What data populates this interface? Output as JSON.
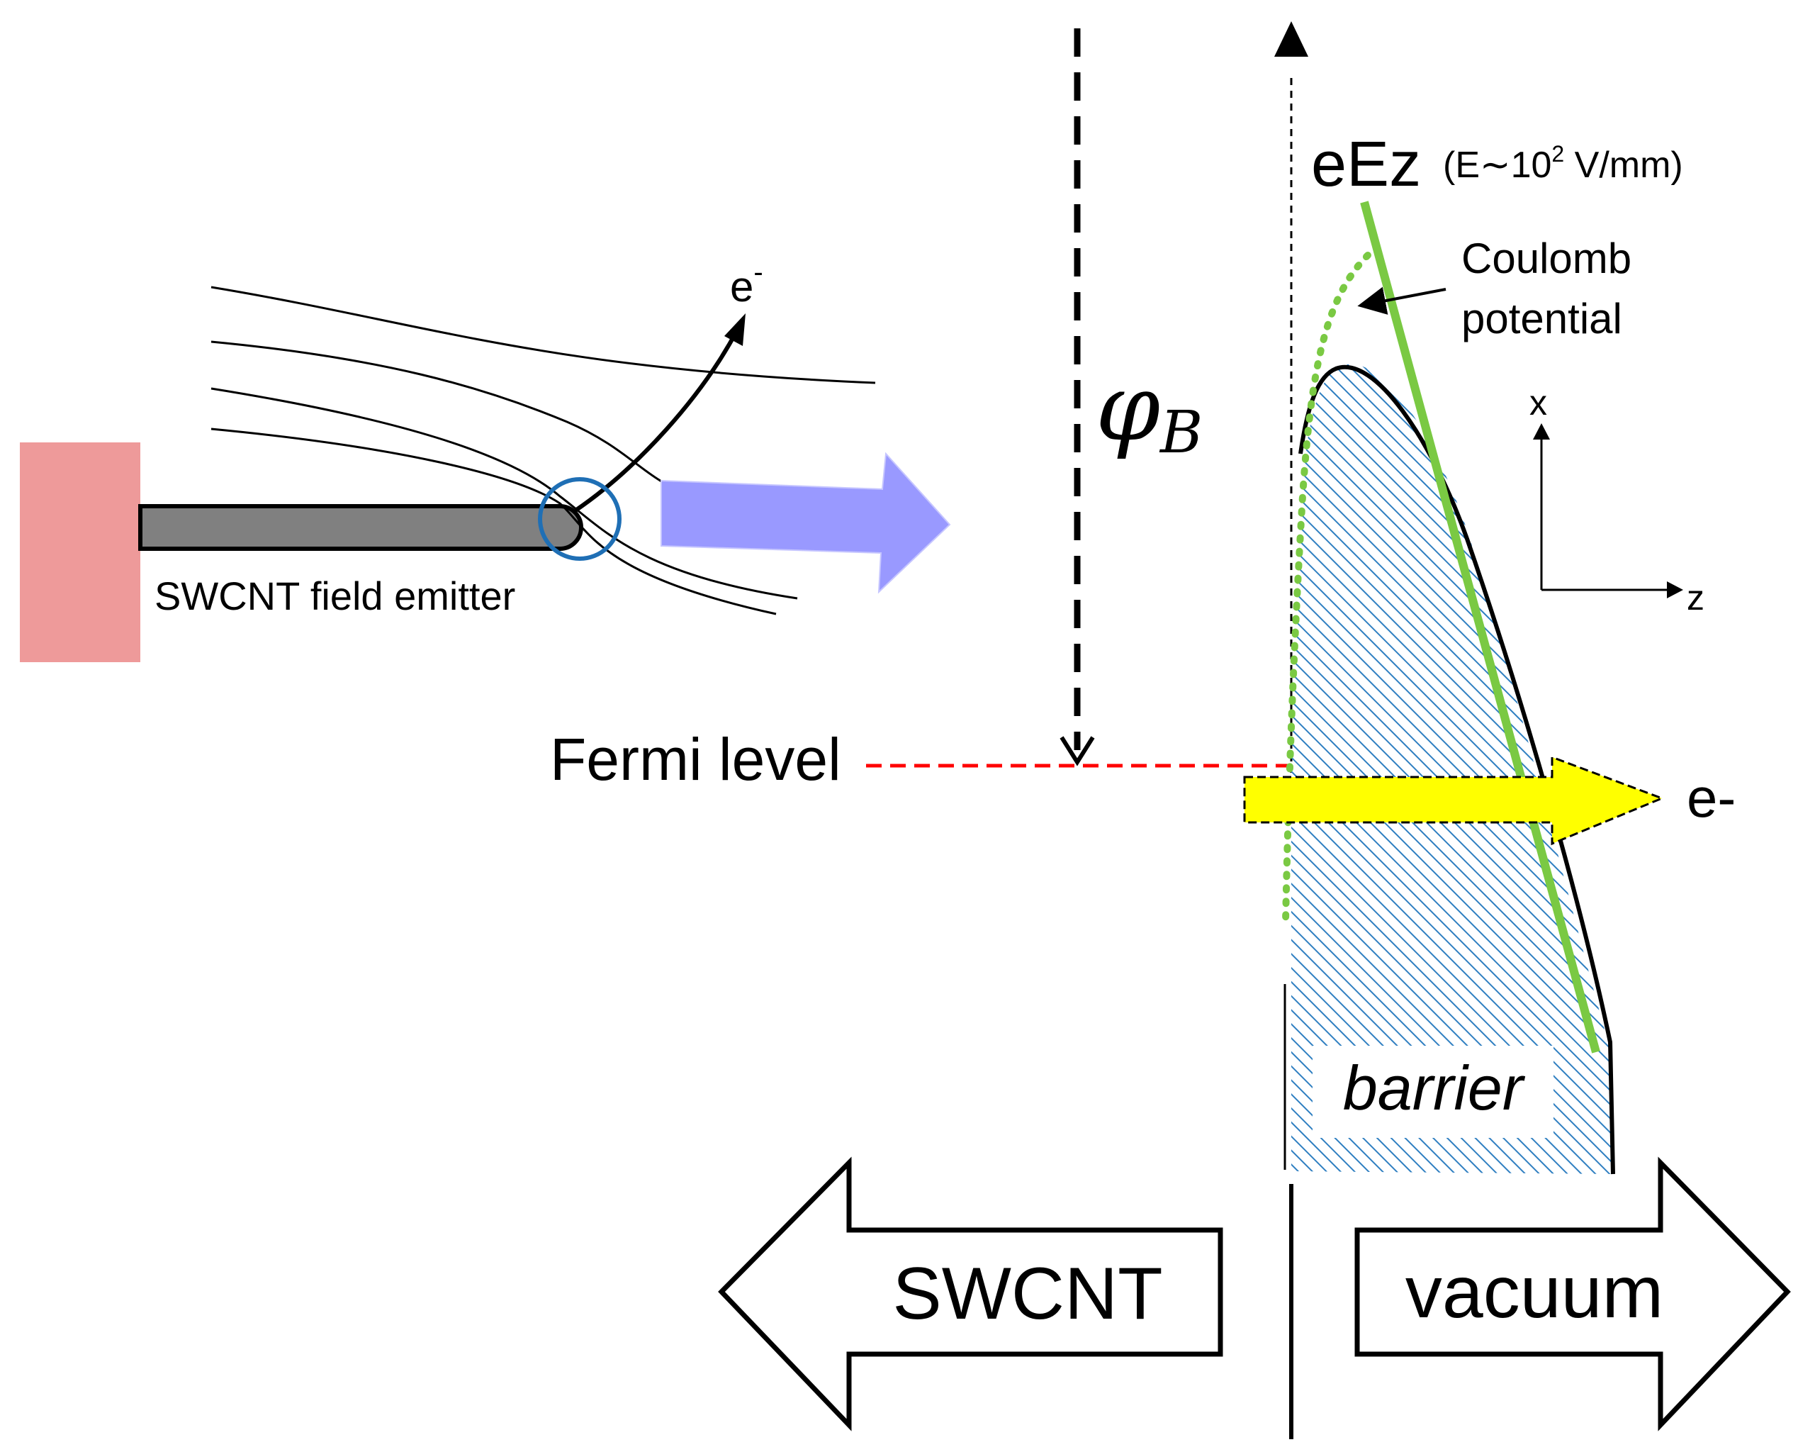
{
  "emitter": {
    "label": "SWCNT field emitter",
    "electron_label": "e",
    "electron_sup": "-"
  },
  "energy": {
    "phi_symbol": "φ",
    "phi_subscript": "B",
    "fermi_label": "Fermi level",
    "eez_label": "eEz",
    "field_note": "(E∼10",
    "field_note_sup": "2",
    "field_note_tail": " V/mm)",
    "coulomb_line1": "Coulomb",
    "coulomb_line2": "potential",
    "axis_x": "x",
    "axis_z": "z",
    "barrier_label": "barrier",
    "tunnel_electron": "e-"
  },
  "regions": {
    "left": "SWCNT",
    "right": "vacuum"
  },
  "colors": {
    "base_block": "#ee9a9a",
    "tube": "#808080",
    "field_arrow": "#9999ff",
    "tip_circle": "#1f6fb5",
    "fermi": "#ff0000",
    "eez_line": "#7ac943",
    "coulomb": "#7ac943",
    "barrier_hatch": "#2f7fc1",
    "electron_arrow": "#ffff00"
  }
}
